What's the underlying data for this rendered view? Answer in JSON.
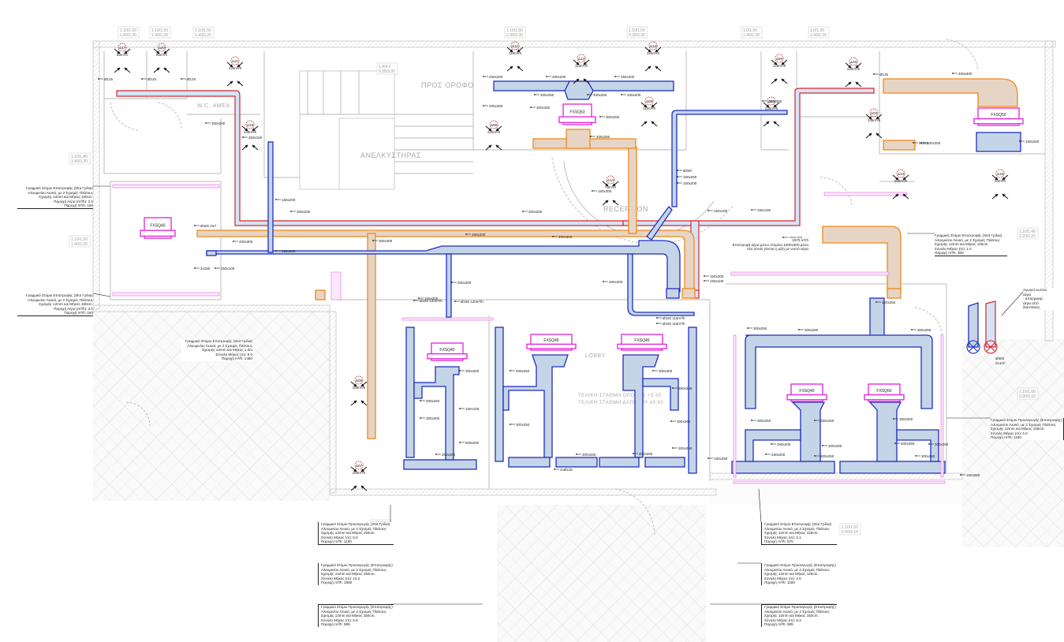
{
  "drawing": {
    "title": "HVAC duct layout — ground floor plan",
    "colors": {
      "supply_duct": "#1f2fbf",
      "supply_fill": "#c5d5e8",
      "return_duct": "#f0891a",
      "return_fill": "#e6d5c4",
      "exhaust_duct": "#d6262f",
      "exhaust_fill": "#d4e4f6",
      "indoor_unit": "#e21fd9",
      "walls": "#c8c8c8"
    }
  },
  "rooms": {
    "stairs_up": "ΠΡΟΣ ΟΡΟΦΟ",
    "elevator": "ΑΝΕΛΚΥΣΤΗΡΑΣ",
    "reception": "RECEPTION",
    "lobby": "LOBBY",
    "wc": "W.C. ΑΜΕΑ",
    "level_mark_1": "ΤΕΛΙΚΗ ΣΤΑΘΜΗ ΟΡΟΦΗΣ +3.50",
    "level_mark_2": "ΤΕΛΙΚΗ ΣΤΑΘΜΗ ΔΑΠΕΔΟΥ ±0.45"
  },
  "window_tags": [
    "1.10/1.50 1.40/2.20",
    "1.10/1.50 1.40/2.20",
    "1.10/1.50 1.40/2.20",
    "1.4/4.3 0.35/3.35",
    "1.10/1.50 0.30/3.30",
    "1.10/1.50 0.30/3.30",
    "1.0/1.50 1.40/2.20",
    "1.0/1.50 1.40/2.20",
    "1.10/1.40 1.40/3.20",
    "1.10/1.50 1.40/2.20",
    "1.10/1.40 2.20/2.20",
    "1.10/1.50 0.40/3.10",
    "1.10/1.50 0.40/3.10",
    "1.10/1.60 0.90/3.10"
  ],
  "diffuser_tags": [
    {
      "id": "Δ17",
      "flow": "60m³/h"
    },
    {
      "id": "Δ20",
      "flow": "60m³/h"
    },
    {
      "id": "Δ21",
      "flow": "125m³/h"
    },
    {
      "id": "Δ15",
      "flow": "120m³/h"
    },
    {
      "id": "Δ11",
      "flow": "115m³/h"
    },
    {
      "id": "Δ12",
      "flow": "115m³/h"
    },
    {
      "id": "Δ13",
      "flow": "115m³/h"
    },
    {
      "id": "Δ06",
      "flow": "120m³/h"
    },
    {
      "id": "Δ09",
      "flow": "115m³/h"
    },
    {
      "id": "Δ05",
      "flow": "120m³/h"
    },
    {
      "id": "Δ16",
      "flow": "120m³/h"
    },
    {
      "id": "Δ10",
      "flow": "150m³/h"
    },
    {
      "id": "Δ18",
      "flow": "60m³/h"
    },
    {
      "id": "Δ14",
      "flow": "70m³/h"
    },
    {
      "id": "Δ08",
      "flow": "150m³/h"
    },
    {
      "id": "Δ07",
      "flow": "150m³/h"
    },
    {
      "id": "Δ03",
      "flow": "135m³/h"
    },
    {
      "id": "Δ04",
      "flow": "135m³/h"
    }
  ],
  "indoor_units": [
    {
      "id": "FXSQ40",
      "area": "left room"
    },
    {
      "id": "FXSQ63",
      "area": "reception"
    },
    {
      "id": "FXSQ40",
      "area": "lobby left"
    },
    {
      "id": "FXSQ45",
      "area": "lobby centre"
    },
    {
      "id": "FXSQ45",
      "area": "lobby right"
    },
    {
      "id": "FXSQ40",
      "area": "restaurant left"
    },
    {
      "id": "FXSQ50",
      "area": "restaurant right"
    },
    {
      "id": "FXSQ50",
      "area": "top right"
    }
  ],
  "duct_labels": {
    "top_left": [
      "Ø125",
      "Ø125",
      "Ø125",
      "300x200",
      "250x150",
      "150x200",
      "150x200",
      "300x200",
      "400x300",
      "250x100"
    ],
    "reception": [
      "250x200",
      "200x200",
      "250x200",
      "200x250",
      "400x250",
      "250x200",
      "200x300",
      "300x250",
      "300x250",
      "400x250",
      "Ø250",
      "150x250",
      "150x200",
      "150x200"
    ],
    "top_right": [
      "Ø125",
      "450x300",
      "5x300",
      "100x250",
      "150x250",
      "150x300"
    ],
    "centre": [
      "250x200",
      "200x200",
      "300x300",
      "200x300",
      "150x200",
      "400x300",
      "250x300",
      "Ø160 120m³/h",
      "Ø160 120m³/h",
      "Ø160 115m³/h",
      "Ø160 115m³/h"
    ],
    "lobby": [
      "300x300",
      "200x250",
      "300x300",
      "150x100",
      "500x250",
      "200x200",
      "400x250",
      "300x250",
      "4xØ125",
      "300x250",
      "300x300",
      "350x300",
      "300x250",
      "200x250",
      "300x250"
    ],
    "restaurant": [
      "300x250",
      "300x250",
      "300x250",
      "450x250",
      "300x250",
      "250x250",
      "250x200",
      "300x250",
      "300x300",
      "500x250",
      "300x250",
      "250x200",
      "300x250",
      "300x250",
      "150x250",
      "150x250"
    ],
    "misc": [
      "Ø400 2m³",
      "2x150",
      "150x200",
      "150x100",
      "150x100",
      "150x150",
      "150x150"
    ]
  },
  "annotations": [
    {
      "id": "note-left-1",
      "lines": [
        "Γραμμικό Στόμιο Επιστροφής (Slot Γρίλια)",
        "Αλουμινίου Λευκό, με 2 Σχισμές Πλάτους",
        "Σχισμής 12mm και Μήκος 150cm.",
        "Παροχή Αέρα (m³/h): 2.0",
        "Παροχή m³/h: 160"
      ]
    },
    {
      "id": "note-left-2",
      "lines": [
        "Γραμμικό Στόμιο Επιστροφής (Slot Γρίλια)",
        "Αλουμινίου Λευκό, με 2 Σχισμές Πλάτους",
        "Σχισμής 12mm και Μήκος 150cm.",
        "Παροχή Αέρα (m³/h): 2.0",
        "Παροχή m³/h: 160"
      ]
    },
    {
      "id": "note-centre",
      "lines": [
        "Γραμμικό Στόμιο Επιστροφής (Slot Γρίλια)",
        "Αλουμινίου Λευκό, με 2 Σχισμές Πλάτους",
        "Σχισμής 12mm και Μήκος 1.0m",
        "Σύνολο Μήκος (m): 9.0",
        "Παροχή m³/h: 1480"
      ]
    },
    {
      "id": "note-bottom-1",
      "lines": [
        "Γραμμικό Στόμιο Προσαγωγής (Slot Γρίλια)",
        "Αλουμινίου Λευκό, με 2 Σχισμές Πλάτους",
        "Σχισμής 12mm και Μήκος 150cm.",
        "Σύνολο Μήκος (m): 5.5",
        "Παροχή m³/h: 1160"
      ]
    },
    {
      "id": "note-bottom-2",
      "lines": [
        "Γραμμικό Στόμιο Προσαγωγής (Επιστροφής)",
        "Αλουμινίου Λευκό, με 2 Σχισμές Πλάτους",
        "Σχισμής 12mm και Μήκος 150cm.",
        "Σύνολο Μήκος (m): 10.2",
        "Παροχή m³/h: 1860"
      ]
    },
    {
      "id": "note-bottom-3",
      "lines": [
        "Γραμμικό Στόμιο Προσαγωγής (Επιστροφής)",
        "Αλουμινίου Λευκό, με 2 Σχισμές Πλάτους",
        "Σχισμής 12mm και Μήκος 150cm.",
        "Σύνολο Μήκος (m): 5.5",
        "Παροχή m³/h: 985"
      ]
    },
    {
      "id": "note-bottom-4",
      "lines": [
        "Γραμμικό Στόμιο Επιστροφής (Slot Γρίλια)",
        "Αλουμινίου Λευκό, με 2 Σχισμές Πλάτους",
        "Σχισμής 12mm και Μήκος 125cm.",
        "Σύνολο Μήκος (m): 2.1",
        "Παροχή m³/h: 575"
      ]
    },
    {
      "id": "note-bottom-5",
      "lines": [
        "Γραμμικό Στόμιο Προσαγωγής (Επιστροφής)",
        "Αλουμινίου Λευκό, με 2 Σχισμές Πλάτους",
        "Σχισμής 12mm και Μήκος 125cm.",
        "Σύνολο Μήκος (m): 4.0",
        "Παροχή m³/h: 1160"
      ]
    },
    {
      "id": "note-bottom-6",
      "lines": [
        "Γραμμικό Στόμιο Προσαγωγής (Επιστροφής)",
        "Αλουμινίου Λευκό, με 2 Σχισμές Πλάτους",
        "Σχισμής 12mm και Μήκος 150cm.",
        "Σύνολο Μήκος (m): 6.3",
        "Παροχή m³/h: 985"
      ]
    },
    {
      "id": "note-right-1",
      "lines": [
        "Γραμμικό Στόμιο Επιστροφής (Slot Γρίλια)",
        "Αλουμινίου Λευκό, με 2 Σχισμές Πλάτους",
        "Σχισμής 12mm και Μήκος 125cm.",
        "Σύνολο Μήκος (m): 1.0",
        "Παροχή m³/h: 300"
      ]
    },
    {
      "id": "note-right-2",
      "lines": [
        "Γραμμικό Στόμιο Προσαγωγής (Επιστροφής)",
        "Αλουμινίου Λευκό, με 2 Σχισμές Πλάτους",
        "Σχισμής 12mm και Μήκος 125cm.",
        "Σύνολο Μήκος (m): 4.0",
        "Παροχή m³/h: 1160"
      ]
    },
    {
      "id": "note-restaurant-return",
      "lines": [
        "1575 m³/h",
        "Επιστροφή αέρα μέσω στομίου 1000x300 μέσα",
        "στο οποίο γίνεται η μίξη με νωπό αέρα"
      ]
    },
    {
      "id": "note-outdoor",
      "lines": [
        "Αγωγοί νωπού",
        "αέρα",
        "- απόρριψης",
        "αέρα από",
        "διαστάσεις"
      ]
    }
  ],
  "outdoor_vents": {
    "label_1": "Ø400",
    "label_2": "2x1m²"
  }
}
